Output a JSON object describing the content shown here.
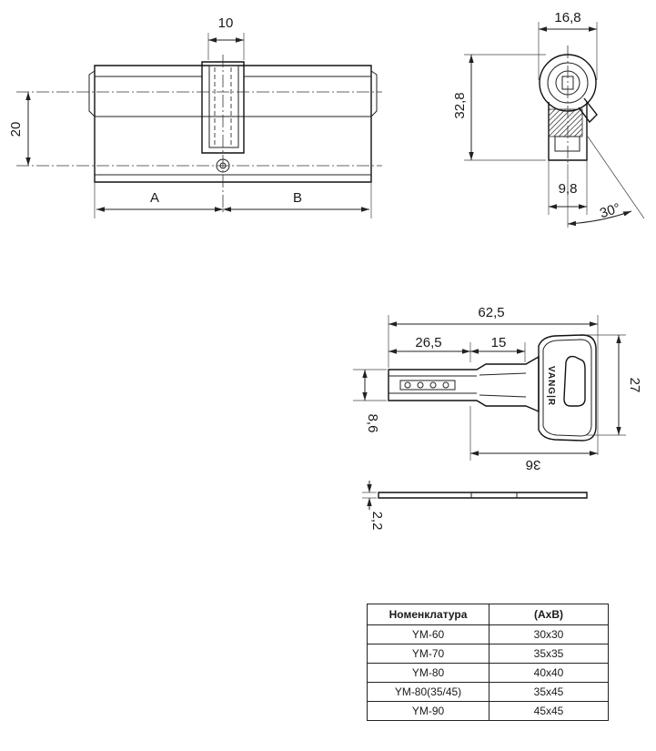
{
  "cylinder": {
    "dim_cam_width": "10",
    "dim_height": "20",
    "label_a": "A",
    "label_b": "B"
  },
  "profile": {
    "dim_width": "16,8",
    "dim_height": "32,8",
    "dim_bottom": "9,8",
    "dim_angle": "30°"
  },
  "key": {
    "dim_total": "62,5",
    "dim_blade": "26,5",
    "dim_shoulder": "15",
    "dim_head_height": "27",
    "dim_blade_height": "8,6",
    "dim_head_length": "36",
    "dim_thickness": "2,2",
    "brand": "VANG|R"
  },
  "table": {
    "headers": [
      "Номенклатура",
      "(AxB)"
    ],
    "rows": [
      [
        "YM-60",
        "30x30"
      ],
      [
        "YM-70",
        "35x35"
      ],
      [
        "YM-80",
        "40x40"
      ],
      [
        "YM-80(35/45)",
        "35x45"
      ],
      [
        "YM-90",
        "45x45"
      ]
    ]
  }
}
